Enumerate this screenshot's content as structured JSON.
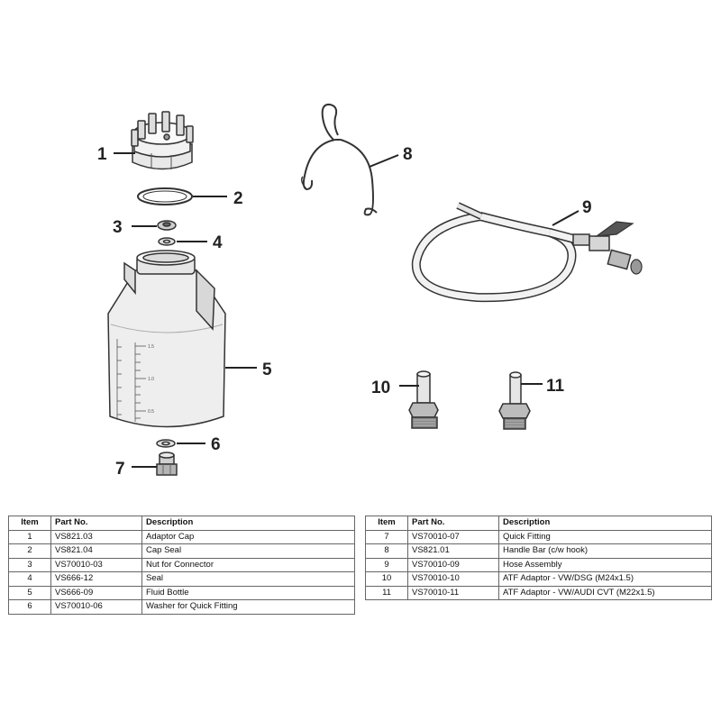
{
  "callouts": [
    "1",
    "2",
    "3",
    "4",
    "5",
    "6",
    "7",
    "8",
    "9",
    "10",
    "11"
  ],
  "bottle_scale": [
    "1.5",
    "1.0",
    "0.5"
  ],
  "tables": {
    "headers": {
      "item": "Item",
      "part_no": "Part No.",
      "description": "Description"
    },
    "left": [
      {
        "item": "1",
        "part_no": "VS821.03",
        "description": "Adaptor Cap"
      },
      {
        "item": "2",
        "part_no": "VS821.04",
        "description": "Cap Seal"
      },
      {
        "item": "3",
        "part_no": "VS70010-03",
        "description": "Nut for Connector"
      },
      {
        "item": "4",
        "part_no": "VS666-12",
        "description": "Seal"
      },
      {
        "item": "5",
        "part_no": "VS666-09",
        "description": "Fluid Bottle"
      },
      {
        "item": "6",
        "part_no": "VS70010-06",
        "description": "Washer for Quick Fitting"
      }
    ],
    "right": [
      {
        "item": "7",
        "part_no": "VS70010-07",
        "description": "Quick Fitting"
      },
      {
        "item": "8",
        "part_no": "VS821.01",
        "description": "Handle Bar (c/w hook)"
      },
      {
        "item": "9",
        "part_no": "VS70010-09",
        "description": "Hose Assembly"
      },
      {
        "item": "10",
        "part_no": "VS70010-10",
        "description": "ATF Adaptor - VW/DSG (M24x1.5)"
      },
      {
        "item": "11",
        "part_no": "VS70010-11",
        "description": "ATF Adaptor - VW/AUDI CVT (M22x1.5)"
      }
    ]
  }
}
